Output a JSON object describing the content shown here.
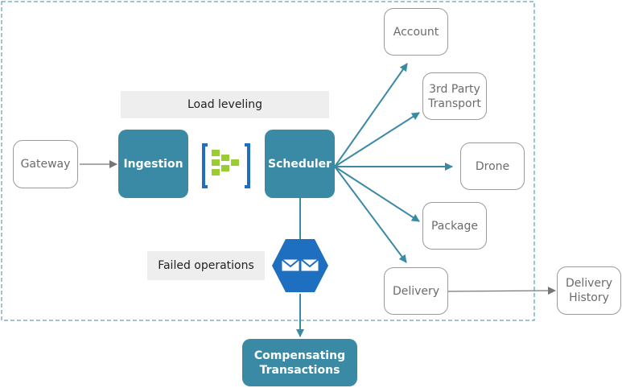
{
  "bands": {
    "load_leveling": "Load leveling",
    "failed_operations": "Failed operations"
  },
  "components": {
    "gateway": "Gateway",
    "ingestion": "Ingestion",
    "scheduler": "Scheduler",
    "compensating": "Compensating\nTransactions"
  },
  "services": {
    "account": "Account",
    "third_party": "3rd Party\nTransport",
    "drone": "Drone",
    "package": "Package",
    "delivery": "Delivery",
    "delivery_history": "Delivery\nHistory"
  },
  "icons": {
    "queue": "queue-icon",
    "service_bus": "service-bus-icon"
  },
  "colors": {
    "accent": "#3a8aa5",
    "arrow": "#3a8aa5",
    "queue_block": "#9acd32",
    "queue_frame": "#1f6fc0",
    "bus_fill": "#1f6fc0",
    "boundary": "#3a8aa5"
  }
}
